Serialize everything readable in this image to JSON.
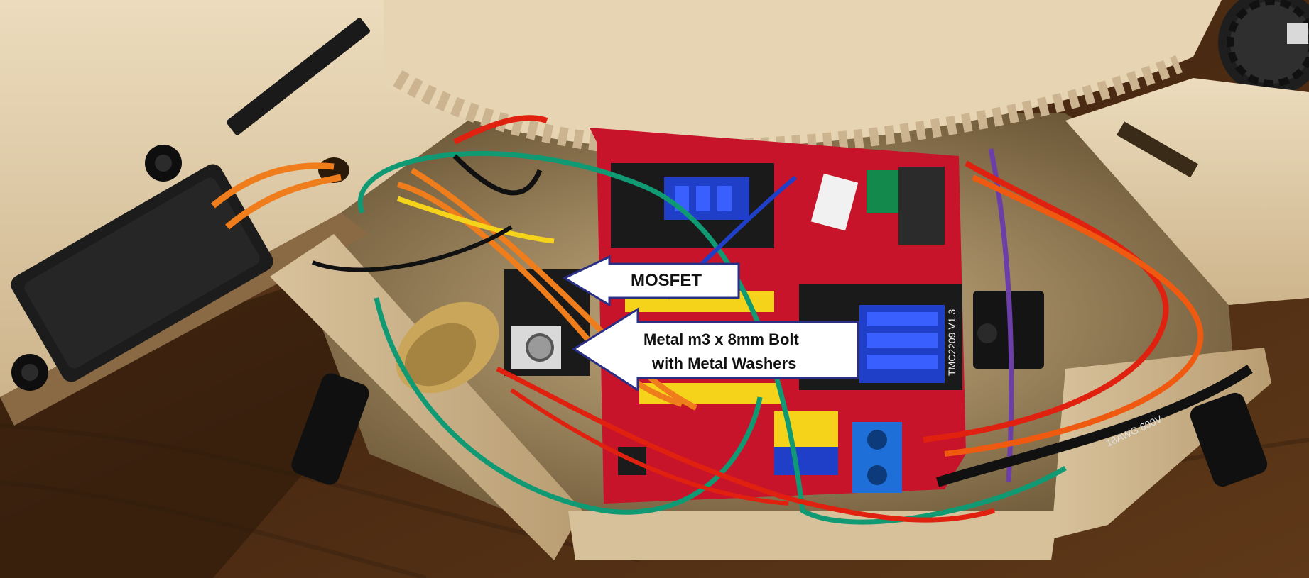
{
  "callouts": {
    "mosfet": "MOSFET",
    "bolt_line1": "Metal m3 x 8mm Bolt",
    "bolt_line2": "with Metal Washers"
  },
  "board_labels": {
    "driver_module": "TMC2209 V1.3",
    "cable_marking": "18AWG  600V"
  },
  "colors": {
    "wood_table": "#5a3517",
    "plywood": "#e2cfae",
    "board_red": "#c8142a",
    "driver_blue": "#1f3fc8",
    "header_yellow": "#f4d31a",
    "wire_green": "#109a74",
    "wire_orange": "#ef7d1c",
    "wire_red": "#e0210f",
    "wire_purple": "#6b3ea8",
    "arrow_fill": "#ffffff",
    "arrow_outline": "#2a2f86"
  }
}
